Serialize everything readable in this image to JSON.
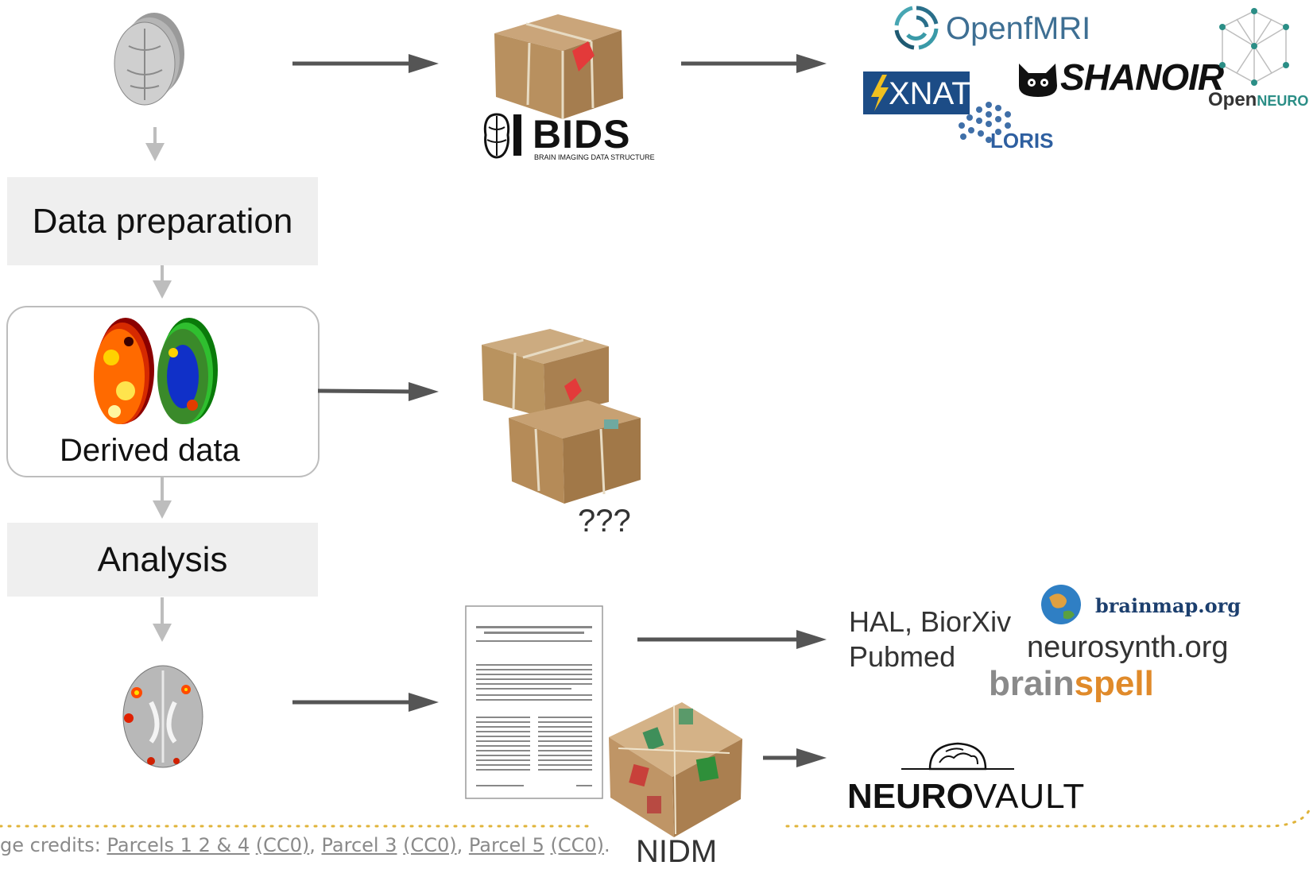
{
  "stages": {
    "data_preparation": "Data preparation",
    "derived_data": "Derived data",
    "analysis": "Analysis"
  },
  "labels": {
    "unknown_package": "???",
    "nidm": "NIDM",
    "bids": "BIDS",
    "bids_subtitle": "BRAIN IMAGING DATA STRUCTURE"
  },
  "repositories": {
    "openfmri": "OpenfMRI",
    "xnat": "XNAT",
    "shanoir": "SHANOIR",
    "loris": "LORIS",
    "openneuro_a": "Open",
    "openneuro_b": "NEURO"
  },
  "publication": {
    "hal_line1": "HAL, BiorXiv",
    "hal_line2": "Pubmed",
    "brainmap": "brainmap.org",
    "neurosynth": "neurosynth.org",
    "brainspell_a": "brain",
    "brainspell_b": "spell",
    "neurovault_a": "NEURO",
    "neurovault_b": "VAULT"
  },
  "credits": {
    "prefix": "ge credits: ",
    "link1": "Parcels 1 2 & 4",
    "lic1": "(CC0)",
    "sep1": ", ",
    "link2": "Parcel 3",
    "lic2": "(CC0)",
    "sep2": ", ",
    "link3": "Parcel 5",
    "lic3": "(CC0)",
    "end": "."
  },
  "colors": {
    "arrow": "#555555",
    "flow_arrow": "#bdbdbd",
    "box_fill": "#efefef",
    "package": "#b58f62",
    "dotted_line": "#e0b43a"
  }
}
